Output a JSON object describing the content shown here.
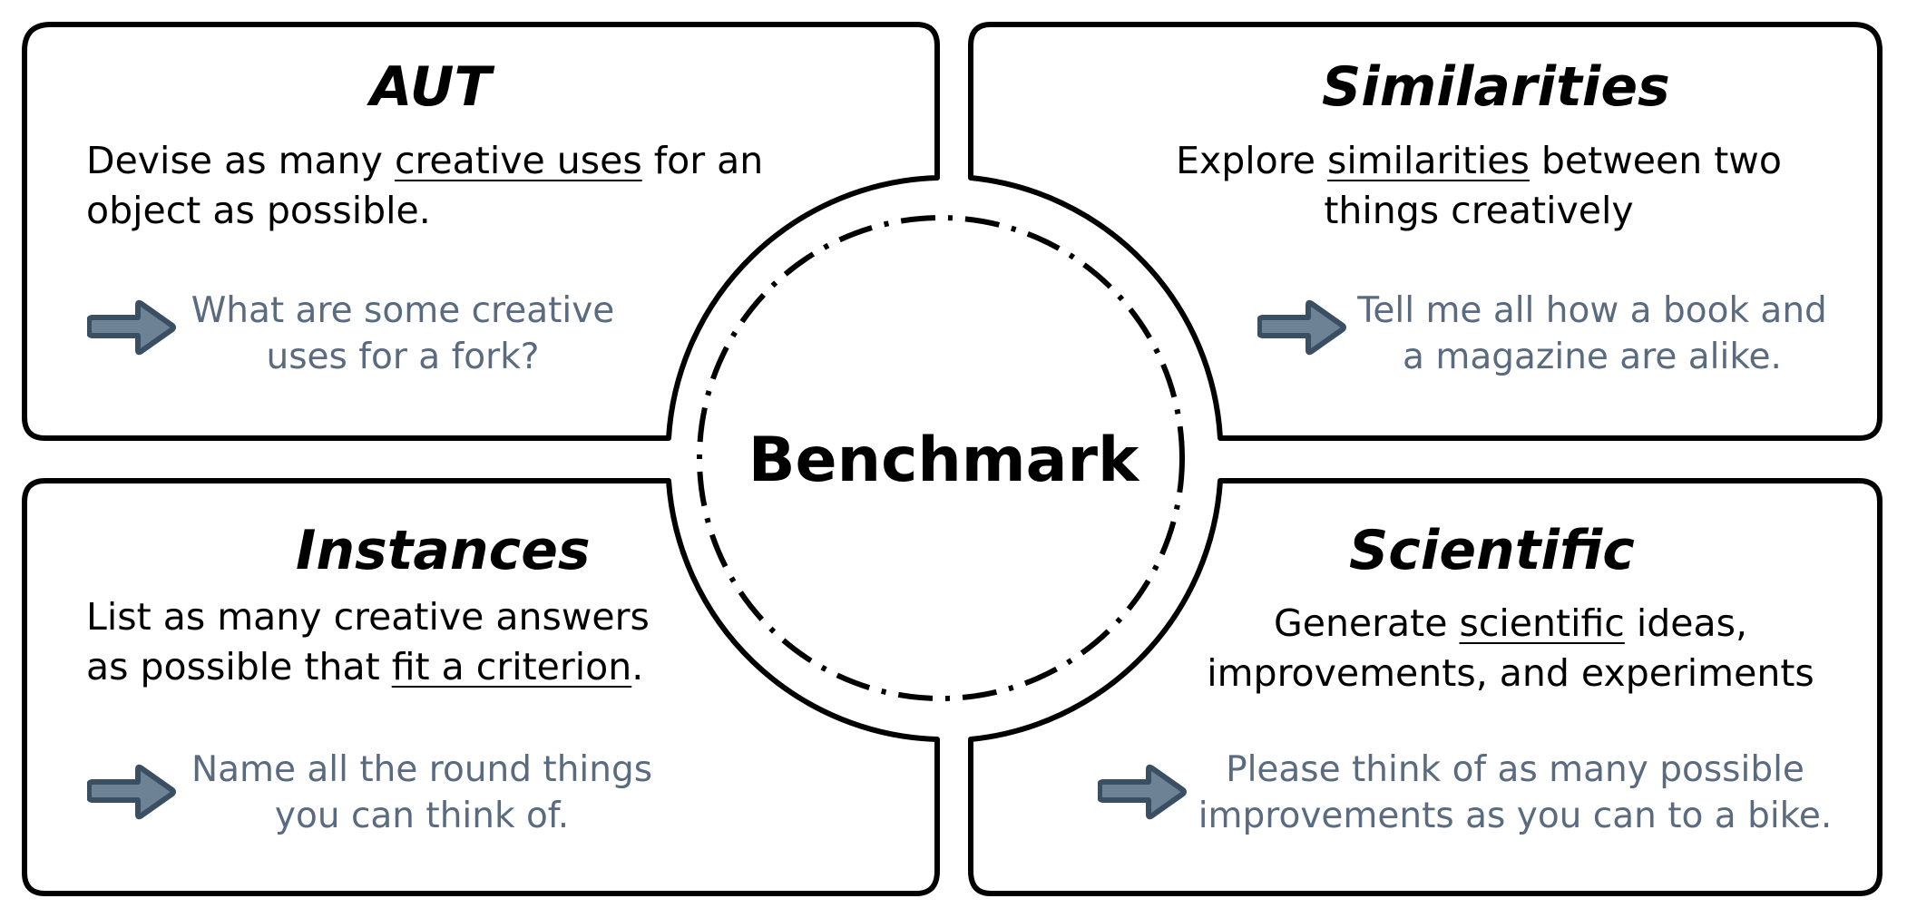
{
  "center": {
    "label": "Benchmark"
  },
  "panels": [
    {
      "title": "AUT",
      "description": {
        "before": "Devise as many ",
        "highlight": "creative uses",
        "after": " for an object as possible."
      },
      "example": "What are some creative uses for a fork?"
    },
    {
      "title": "Similarities",
      "description": {
        "before": "Explore ",
        "highlight": "similarities",
        "after": " between two things creatively"
      },
      "example": "Tell me all how a book and a magazine are alike."
    },
    {
      "title": "Instances",
      "description": {
        "before": "List as many creative answers as possible that ",
        "highlight": "fit a criterion",
        "after": "."
      },
      "example": "Name all the round things you can think of."
    },
    {
      "title": "Scientific",
      "description": {
        "before": "Generate ",
        "highlight": "scientific",
        "after": " ideas, improvements, and experiments"
      },
      "example": "Please think of as many possible improvements as you can to a bike."
    }
  ],
  "icons": {
    "arrow": "right-arrow-icon"
  },
  "colors": {
    "stroke": "#000000",
    "example_text": "#5a6b80",
    "arrow_fill": "#6e8296",
    "arrow_stroke": "#3b4f63"
  }
}
